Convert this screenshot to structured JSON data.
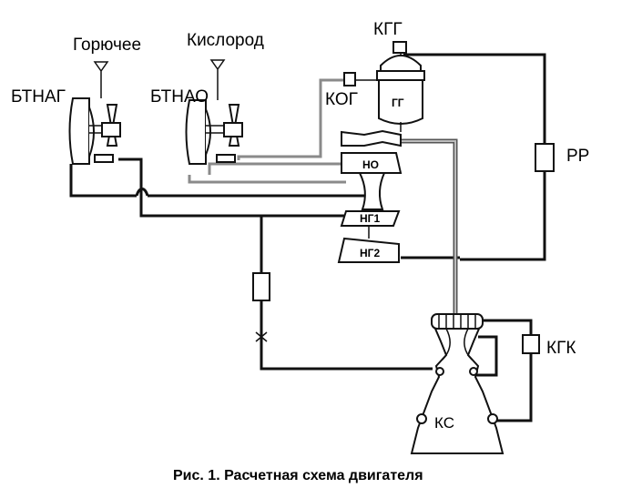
{
  "labels": {
    "fuel": "Горючее",
    "oxygen": "Кислород",
    "btnag": "БТНАГ",
    "btnao": "БТНАО",
    "kgg": "КГГ",
    "kog": "КОГ",
    "gg": "ГГ",
    "no": "НО",
    "ng1": "НГ1",
    "ng2": "НГ2",
    "rr": "РР",
    "kgk": "КГК",
    "ks": "КС"
  },
  "caption": "Рис. 1. Расчетная схема двигателя"
}
